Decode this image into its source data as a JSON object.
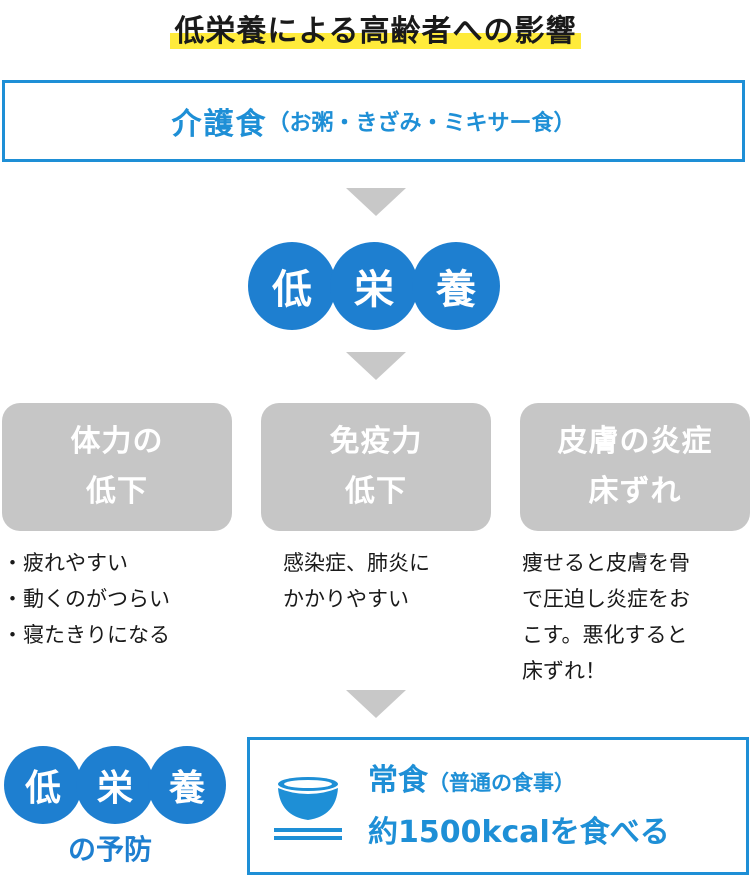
{
  "title": "低栄養による高齢者への影響",
  "top_box": {
    "main": "介護食",
    "sub": "（お粥・きざみ・ミキサー食）"
  },
  "center_circles": [
    "低",
    "栄",
    "養"
  ],
  "effects": [
    {
      "title_line1": "体力の",
      "title_line2": "低下",
      "items": [
        "疲れやすい",
        "動くのがつらい",
        "寝たきりになる"
      ]
    },
    {
      "title_line1": "免疫力",
      "title_line2": "低下",
      "lines": [
        "感染症、肺炎に",
        "かかりやすい"
      ]
    },
    {
      "title_line1": "皮膚の炎症",
      "title_line2": "床ずれ",
      "lines": [
        "痩せると皮膚を骨",
        "で圧迫し炎症をお",
        "こす。悪化すると",
        "床ずれ！"
      ]
    }
  ],
  "prevention": {
    "circles": [
      "低",
      "栄",
      "養"
    ],
    "label": "の予防"
  },
  "bottom_box": {
    "line1_main": "常食",
    "line1_sub": "（普通の食事）",
    "line2": "約1500kcalを食べる"
  },
  "colors": {
    "accent_blue": "#1e8fd6",
    "circle_blue": "#1e7fd0",
    "grey_box": "#c6c6c6",
    "arrow_grey": "#c8c8c8",
    "highlight_yellow": "#ffeb3b"
  }
}
